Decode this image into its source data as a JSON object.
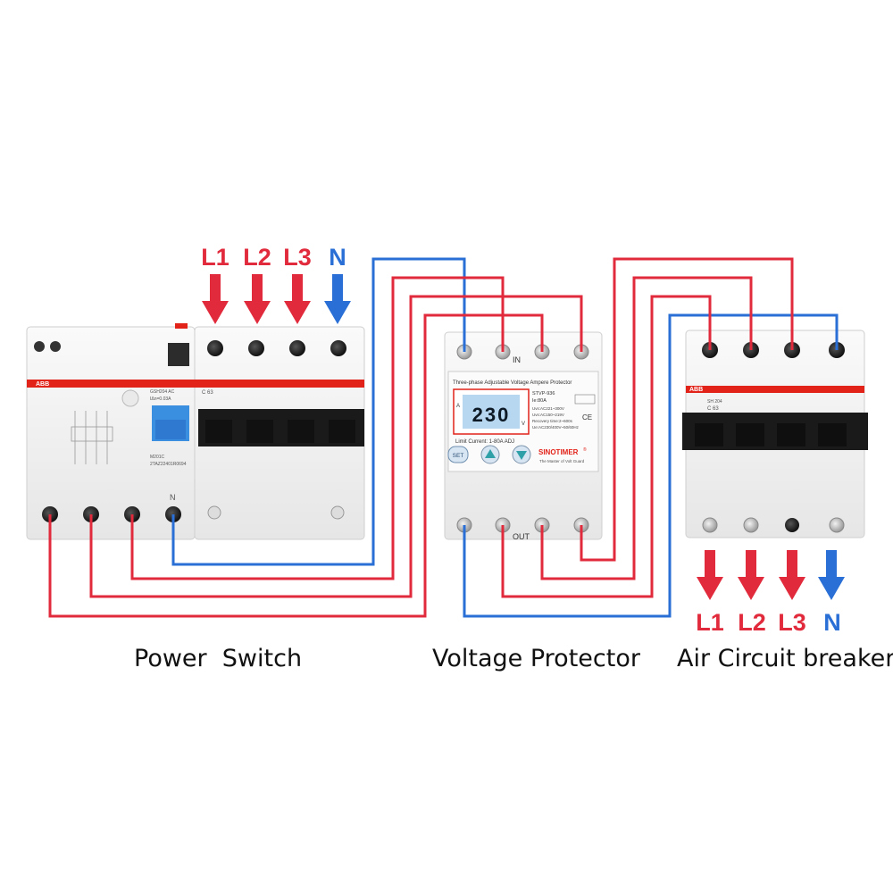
{
  "colors": {
    "line": "#e12a3b",
    "neutral": "#2a6fd6",
    "abb": "#e2231a",
    "lcd": "#b7d7f0"
  },
  "input_labels": [
    "L1",
    "L2",
    "L3",
    "N"
  ],
  "output_labels": [
    "L1",
    "L2",
    "L3",
    "N"
  ],
  "power_switch": {
    "brand": "ABB",
    "model": "GSH204 AC",
    "rating": "IΔn=0.03A",
    "code": "M201C",
    "serial": "2TAZ22401R0694",
    "breaker_rating": "C 63",
    "neutral_mark": "N",
    "caption": "Power  Switch"
  },
  "voltage_protector": {
    "header": "Three-phase  Adjustable Voltage Ampere Protector",
    "reading": "230",
    "unit_left": "A",
    "unit_right": "V",
    "model": "STVP-936",
    "current": "Ie:80A",
    "spec_lines": [
      "Uvs:AC221~300V",
      "Uvs:AC150~219V",
      "Recovery time:2~600s",
      "Ue:AC230/400V~50/60Hz"
    ],
    "ce_mark": "CE",
    "limit_current": "Limit Current:  1-80A ADJ",
    "brand": "SINOTIMER",
    "brand_mark": "®",
    "slogan": "The Master of Volt Guard",
    "set_label": "SET",
    "in_label": "IN",
    "out_label": "OUT",
    "caption": "Voltage Protector"
  },
  "air_breaker": {
    "brand": "ABB",
    "model": "SH 204",
    "rating": "C 63",
    "caption": "Air Circuit breaker"
  }
}
